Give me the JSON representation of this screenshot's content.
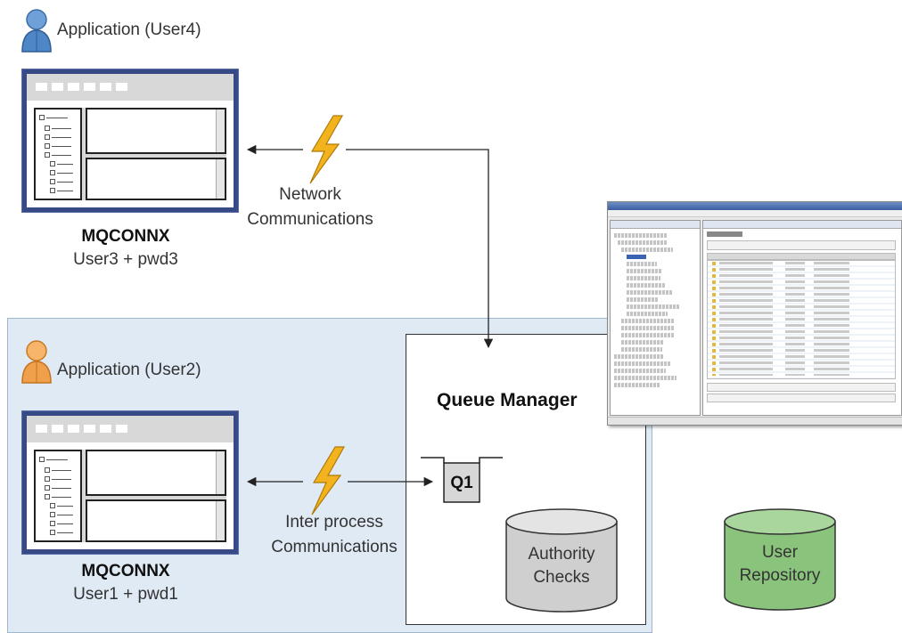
{
  "remote": {
    "app_label": "Application (User4)",
    "connect_call": "MQCONNX",
    "credentials": "User3 + pwd3"
  },
  "network": {
    "label_line1": "Network",
    "label_line2": "Communications"
  },
  "local": {
    "app_label": "Application (User2)",
    "connect_call": "MQCONNX",
    "credentials": "User1 + pwd1"
  },
  "ipc": {
    "label_line1": "Inter process",
    "label_line2": "Communications"
  },
  "queue_manager": {
    "title": "Queue Manager",
    "queue_name": "Q1",
    "authority_line1": "Authority",
    "authority_line2": "Checks"
  },
  "user_repository": {
    "line1": "User",
    "line2": "Repository"
  },
  "colors": {
    "window_frame": "#374a86",
    "local_zone_fill": "#dfeaf4",
    "lightning": "#f2b31e",
    "authority_cylinder": "#cfcfcf",
    "repository_cylinder": "#8ac47c",
    "user4_icon": "#4f86c6",
    "user2_icon": "#f0a04a"
  },
  "icons": [
    "user-icon",
    "lightning-icon",
    "database-cylinder-icon",
    "arrow-icon"
  ]
}
